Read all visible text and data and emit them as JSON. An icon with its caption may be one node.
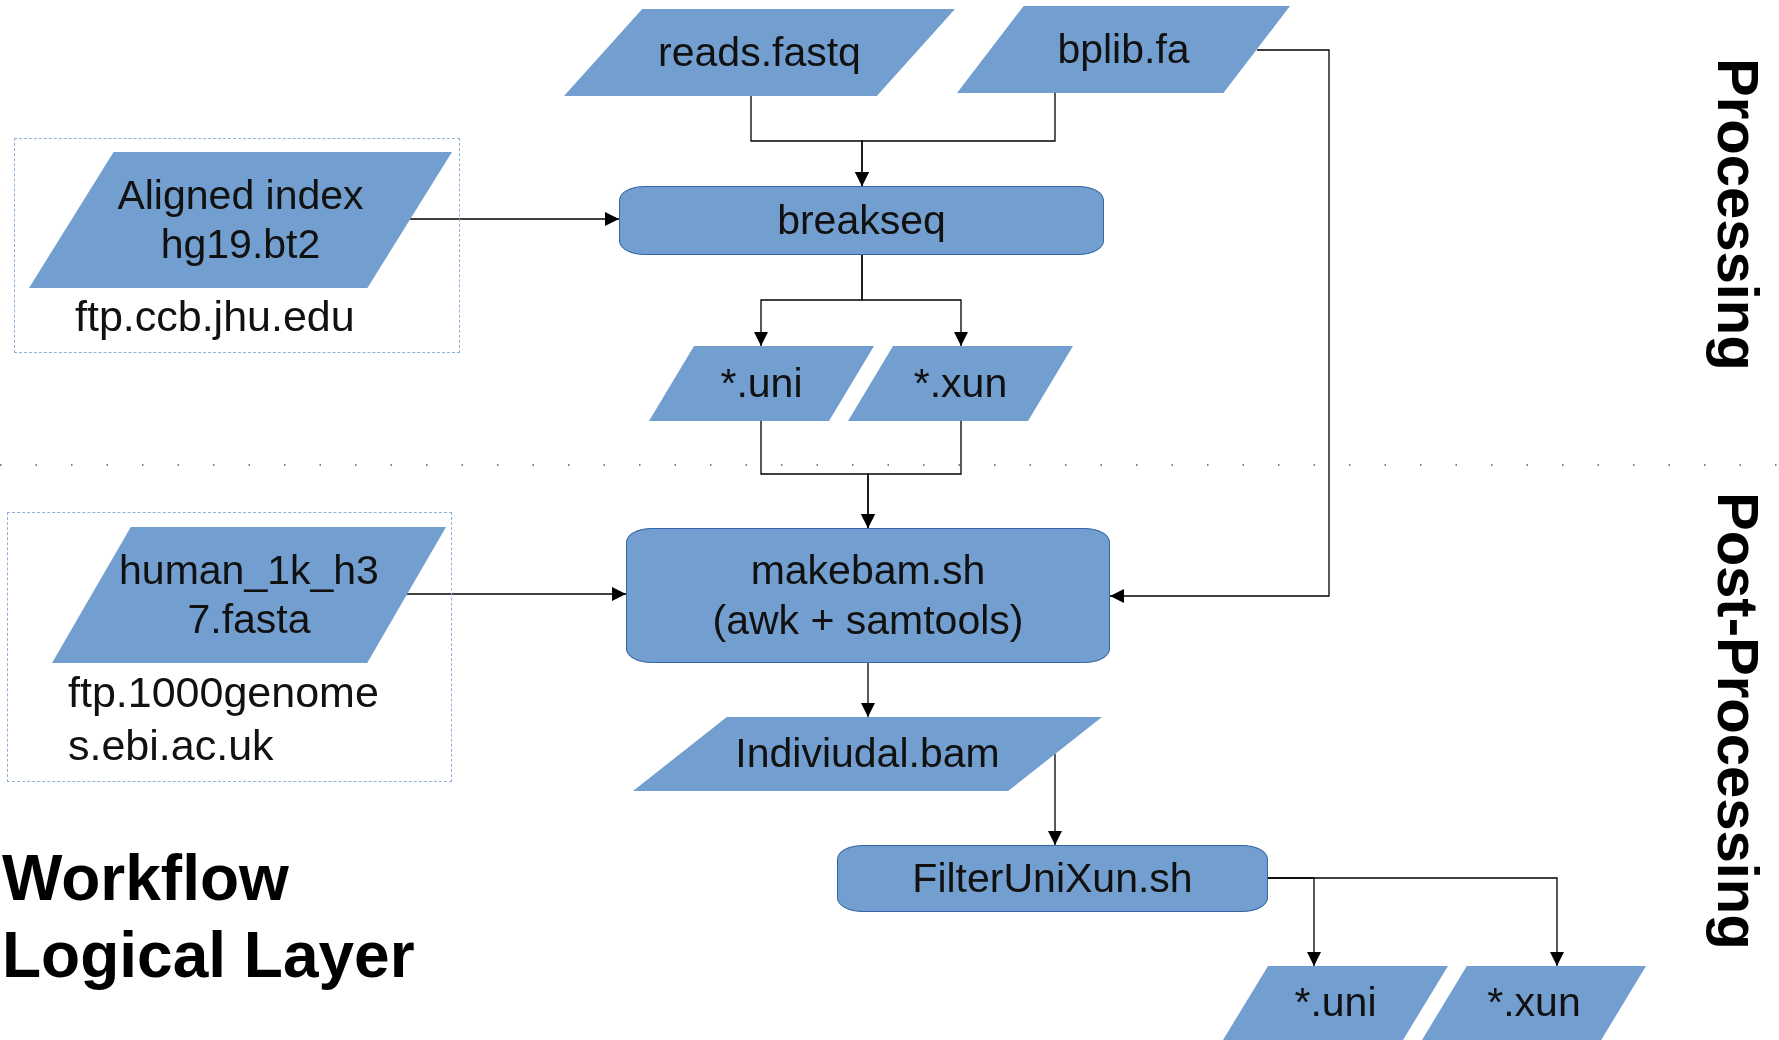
{
  "diagram": {
    "title": "Workflow Logical Layer",
    "nodes": [
      {
        "text": [
          "reads.fastq"
        ]
      },
      {
        "text": [
          "bplib.fa"
        ]
      },
      {
        "text": [
          "ftp.ccb.jhu.edu"
        ]
      },
      {
        "text": [
          "Aligned index hg19.bt2"
        ],
        "in": 2
      },
      {
        "text": [
          "breakseq"
        ]
      },
      {
        "text": [
          "*.uni"
        ]
      },
      {
        "text": [
          "*.xun"
        ]
      },
      {
        "text": [
          "ftp.1000genomes.ebi.ac.uk"
        ]
      },
      {
        "text": [
          "human_1k_h37.fasta"
        ],
        "in": 7
      },
      {
        "text": [
          "makebam.sh",
          "(awk + samtools)"
        ]
      },
      {
        "text": [
          "Indiviudal.bam"
        ]
      },
      {
        "text": [
          "FilterUniXun.sh"
        ]
      },
      {
        "text": [
          "*.uni"
        ]
      },
      {
        "text": [
          "*.xun"
        ]
      }
    ],
    "edges": [
      {
        "from": 0,
        "to": 4,
        "arrow": "to"
      },
      {
        "from": 1,
        "to": 4,
        "arrow": "to"
      },
      {
        "from": 3,
        "to": 4,
        "arrow": "to"
      },
      {
        "from": 4,
        "to": 5,
        "arrow": "to"
      },
      {
        "from": 4,
        "to": 6,
        "arrow": "to"
      },
      {
        "from": 5,
        "to": 9,
        "arrow": "to"
      },
      {
        "from": 6,
        "to": 9,
        "arrow": "to"
      },
      {
        "from": 1,
        "to": 9,
        "arrow": "to"
      },
      {
        "from": 8,
        "to": 9,
        "arrow": "to"
      },
      {
        "from": 9,
        "to": 10,
        "arrow": "to"
      },
      {
        "from": 10,
        "to": 11,
        "arrow": "to"
      },
      {
        "from": 11,
        "to": 12,
        "arrow": "to"
      },
      {
        "from": 11,
        "to": 13,
        "arrow": "to"
      }
    ],
    "labels": [
      "Processing",
      "Post-Processing"
    ]
  }
}
